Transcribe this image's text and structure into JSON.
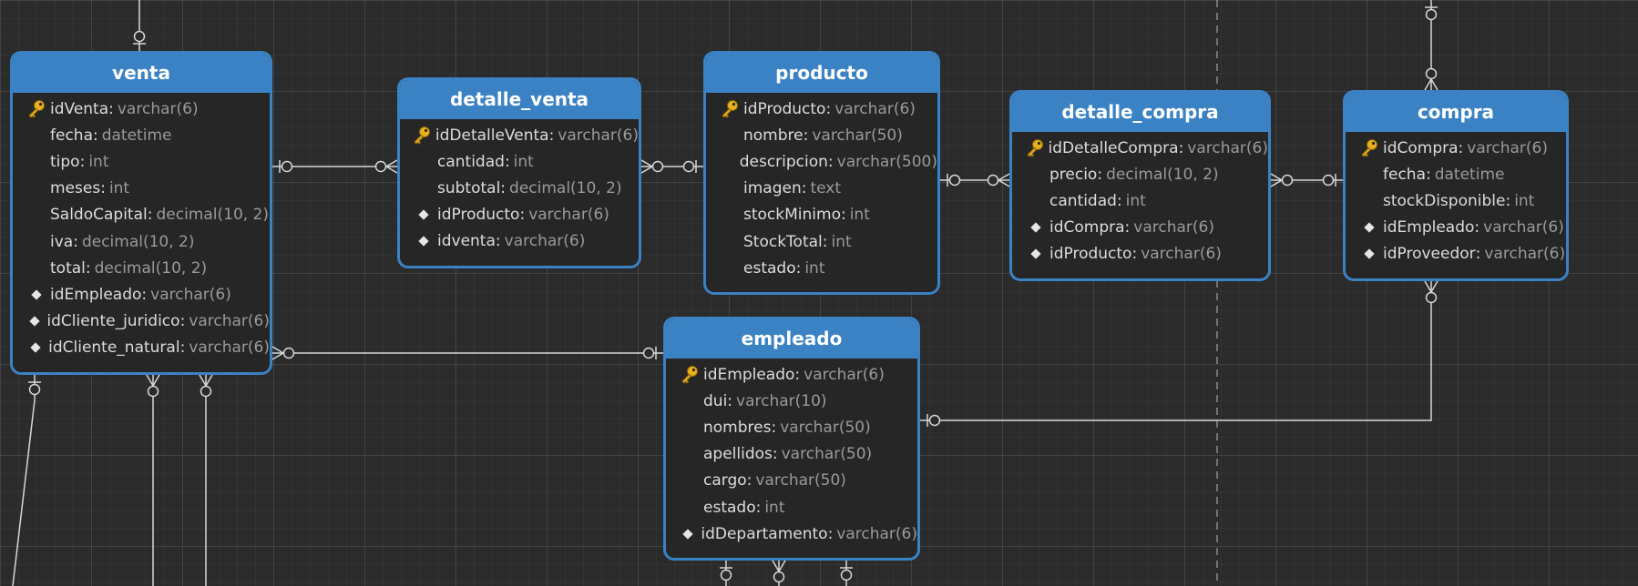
{
  "colors": {
    "header": "#3a82c4",
    "border": "#3a82c4",
    "body": "#262626",
    "attribute_name": "#dcdcdc",
    "attribute_type": "#9a9a9a",
    "connector": "#d8d8d8",
    "key_icon": "#e9b21a"
  },
  "entities": [
    {
      "title": "venta",
      "attributes": [
        {
          "name": "idVenta",
          "type": "varchar(6)",
          "marker": "key"
        },
        {
          "name": "fecha",
          "type": "datetime",
          "marker": "none"
        },
        {
          "name": "tipo",
          "type": "int",
          "marker": "none"
        },
        {
          "name": "meses",
          "type": "int",
          "marker": "none"
        },
        {
          "name": "SaldoCapital",
          "type": "decimal(10, 2)",
          "marker": "none"
        },
        {
          "name": "iva",
          "type": "decimal(10, 2)",
          "marker": "none"
        },
        {
          "name": "total",
          "type": "decimal(10, 2)",
          "marker": "none"
        },
        {
          "name": "idEmpleado",
          "type": "varchar(6)",
          "marker": "fk"
        },
        {
          "name": "idCliente_juridico",
          "type": "varchar(6)",
          "marker": "fk"
        },
        {
          "name": "idCliente_natural",
          "type": "varchar(6)",
          "marker": "fk"
        }
      ]
    },
    {
      "title": "detalle_venta",
      "attributes": [
        {
          "name": "idDetalleVenta",
          "type": "varchar(6)",
          "marker": "key"
        },
        {
          "name": "cantidad",
          "type": "int",
          "marker": "none"
        },
        {
          "name": "subtotal",
          "type": "decimal(10, 2)",
          "marker": "none"
        },
        {
          "name": "idProducto",
          "type": "varchar(6)",
          "marker": "fk"
        },
        {
          "name": "idventa",
          "type": "varchar(6)",
          "marker": "fk"
        }
      ]
    },
    {
      "title": "producto",
      "attributes": [
        {
          "name": "idProducto",
          "type": "varchar(6)",
          "marker": "key"
        },
        {
          "name": "nombre",
          "type": "varchar(50)",
          "marker": "none"
        },
        {
          "name": "descripcion",
          "type": "varchar(500)",
          "marker": "none"
        },
        {
          "name": "imagen",
          "type": "text",
          "marker": "none"
        },
        {
          "name": "stockMinimo",
          "type": "int",
          "marker": "none"
        },
        {
          "name": "StockTotal",
          "type": "int",
          "marker": "none"
        },
        {
          "name": "estado",
          "type": "int",
          "marker": "none"
        }
      ]
    },
    {
      "title": "detalle_compra",
      "attributes": [
        {
          "name": "idDetalleCompra",
          "type": "varchar(6)",
          "marker": "key"
        },
        {
          "name": "precio",
          "type": "decimal(10, 2)",
          "marker": "none"
        },
        {
          "name": "cantidad",
          "type": "int",
          "marker": "none"
        },
        {
          "name": "idCompra",
          "type": "varchar(6)",
          "marker": "fk"
        },
        {
          "name": "idProducto",
          "type": "varchar(6)",
          "marker": "fk"
        }
      ]
    },
    {
      "title": "compra",
      "attributes": [
        {
          "name": "idCompra",
          "type": "varchar(6)",
          "marker": "key"
        },
        {
          "name": "fecha",
          "type": "datetime",
          "marker": "none"
        },
        {
          "name": "stockDisponible",
          "type": "int",
          "marker": "none"
        },
        {
          "name": "idEmpleado",
          "type": "varchar(6)",
          "marker": "fk"
        },
        {
          "name": "idProveedor",
          "type": "varchar(6)",
          "marker": "fk"
        }
      ]
    },
    {
      "title": "empleado",
      "attributes": [
        {
          "name": "idEmpleado",
          "type": "varchar(6)",
          "marker": "key"
        },
        {
          "name": "dui",
          "type": "varchar(10)",
          "marker": "none"
        },
        {
          "name": "nombres",
          "type": "varchar(50)",
          "marker": "none"
        },
        {
          "name": "apellidos",
          "type": "varchar(50)",
          "marker": "none"
        },
        {
          "name": "cargo",
          "type": "varchar(50)",
          "marker": "none"
        },
        {
          "name": "estado",
          "type": "int",
          "marker": "none"
        },
        {
          "name": "idDepartamento",
          "type": "varchar(6)",
          "marker": "fk"
        }
      ]
    }
  ],
  "relationships": [
    {
      "from": "venta",
      "from_cardinality": "one-or-zero",
      "to": "detalle_venta",
      "to_cardinality": "zero-or-many"
    },
    {
      "from": "detalle_venta",
      "from_cardinality": "zero-or-many",
      "to": "producto",
      "to_cardinality": "one-or-zero"
    },
    {
      "from": "producto",
      "from_cardinality": "one-or-zero",
      "to": "detalle_compra",
      "to_cardinality": "zero-or-many"
    },
    {
      "from": "detalle_compra",
      "from_cardinality": "zero-or-many",
      "to": "compra",
      "to_cardinality": "one-or-zero"
    },
    {
      "from": "venta",
      "from_cardinality": "zero-or-many",
      "to": "empleado",
      "to_cardinality": "one-or-zero"
    },
    {
      "from": "compra",
      "from_cardinality": "zero-or-many",
      "to": "empleado",
      "to_cardinality": "one-or-zero"
    }
  ]
}
